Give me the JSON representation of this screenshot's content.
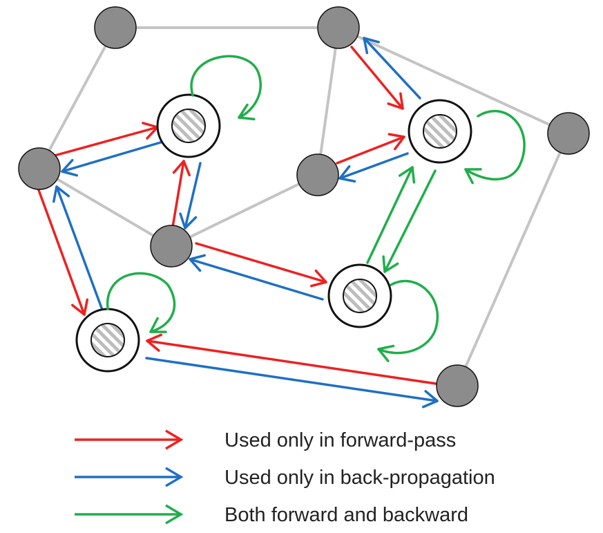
{
  "colors": {
    "forward": "#ee2020",
    "backward": "#1f6fc4",
    "both": "#1fae4a",
    "graph_edge": "#c4c4c4",
    "node_fill": "#8c8c8c",
    "node_stroke": "#111111",
    "hatch": "#bdbdbd"
  },
  "legend": [
    {
      "key": "forward",
      "label": "Used only in forward-pass"
    },
    {
      "key": "backward",
      "label": "Used only in back-propagation"
    },
    {
      "key": "both",
      "label": "Both forward and backward"
    }
  ],
  "icons": {
    "plain_node": "grey-circle-node",
    "special_node": "ringed-hatched-node"
  }
}
